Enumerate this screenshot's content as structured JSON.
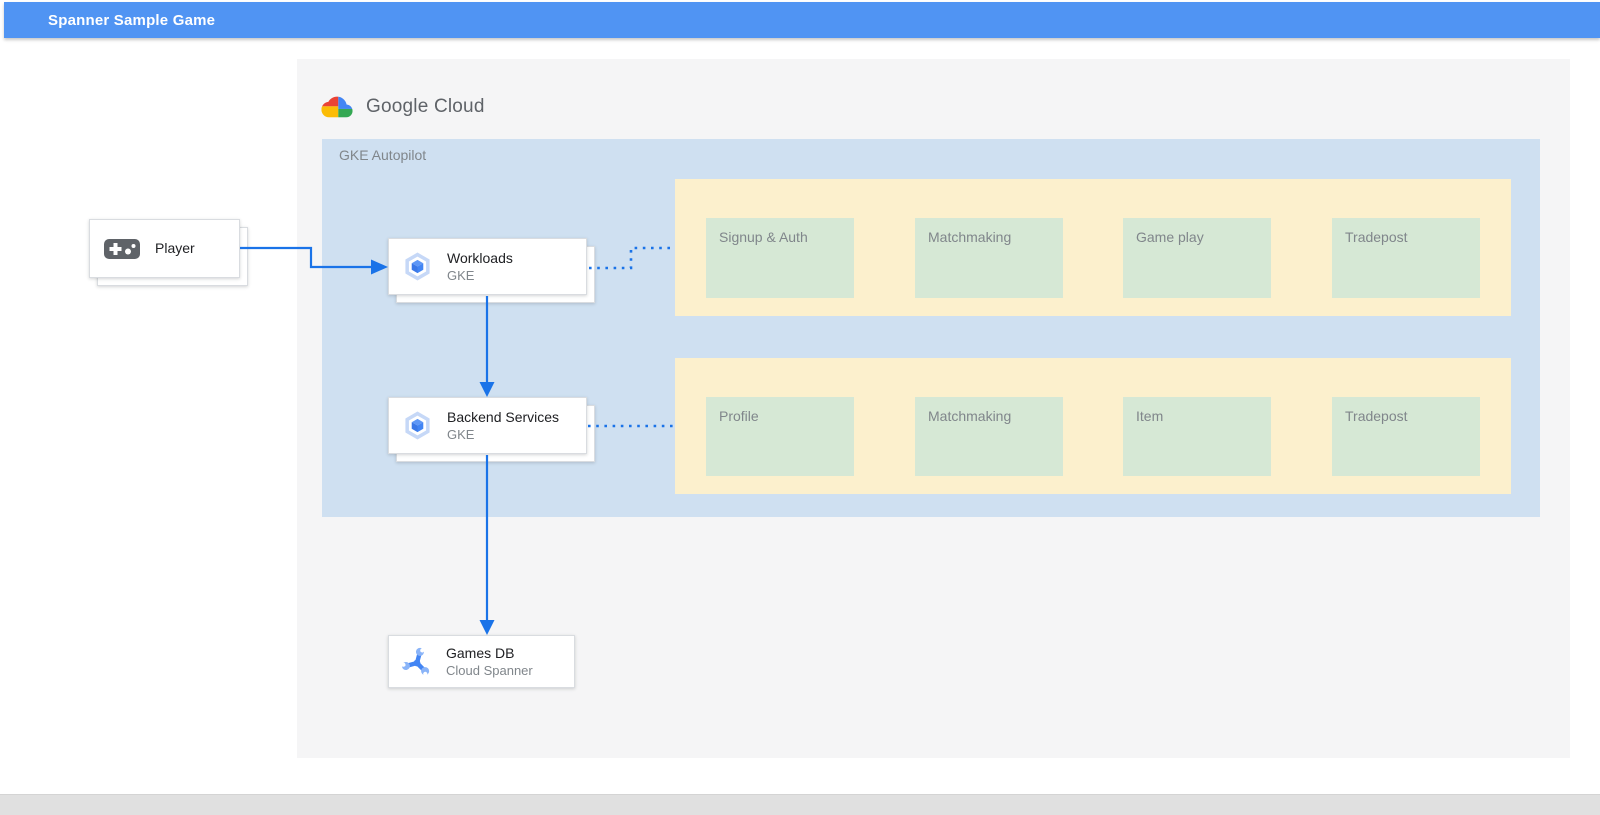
{
  "header": {
    "title": "Spanner Sample Game"
  },
  "brand": {
    "wordmark": "Google Cloud",
    "logo_icon": "google-cloud-logo"
  },
  "gke": {
    "label": "GKE Autopilot"
  },
  "nodes": {
    "player": {
      "label": "Player",
      "icon": "gamepad-icon"
    },
    "workloads": {
      "title": "Workloads",
      "subtitle": "GKE",
      "icon": "gke-hexagon-icon"
    },
    "backend": {
      "title": "Backend Services",
      "subtitle": "GKE",
      "icon": "gke-hexagon-icon"
    },
    "games_db": {
      "title": "Games DB",
      "subtitle": "Cloud Spanner",
      "icon": "spanner-wrench-icon"
    }
  },
  "groups": [
    {
      "cells": [
        "Signup & Auth",
        "Matchmaking",
        "Game play",
        "Tradepost"
      ]
    },
    {
      "cells": [
        "Profile",
        "Matchmaking",
        "Item",
        "Tradepost"
      ]
    }
  ],
  "colors": {
    "header_bg": "#5094f3",
    "canvas_bg": "#f5f5f6",
    "gke_region_bg": "#cfe0f1",
    "service_group_bg": "#fcf0cd",
    "service_cell_bg": "#d6e8d5",
    "arrow_blue": "#1a73e8",
    "title_text": "#202124",
    "muted_text": "#80868b",
    "google_red": "#ea4335",
    "google_blue": "#4285f4",
    "google_yellow": "#fbbc05",
    "google_green": "#34a853"
  }
}
